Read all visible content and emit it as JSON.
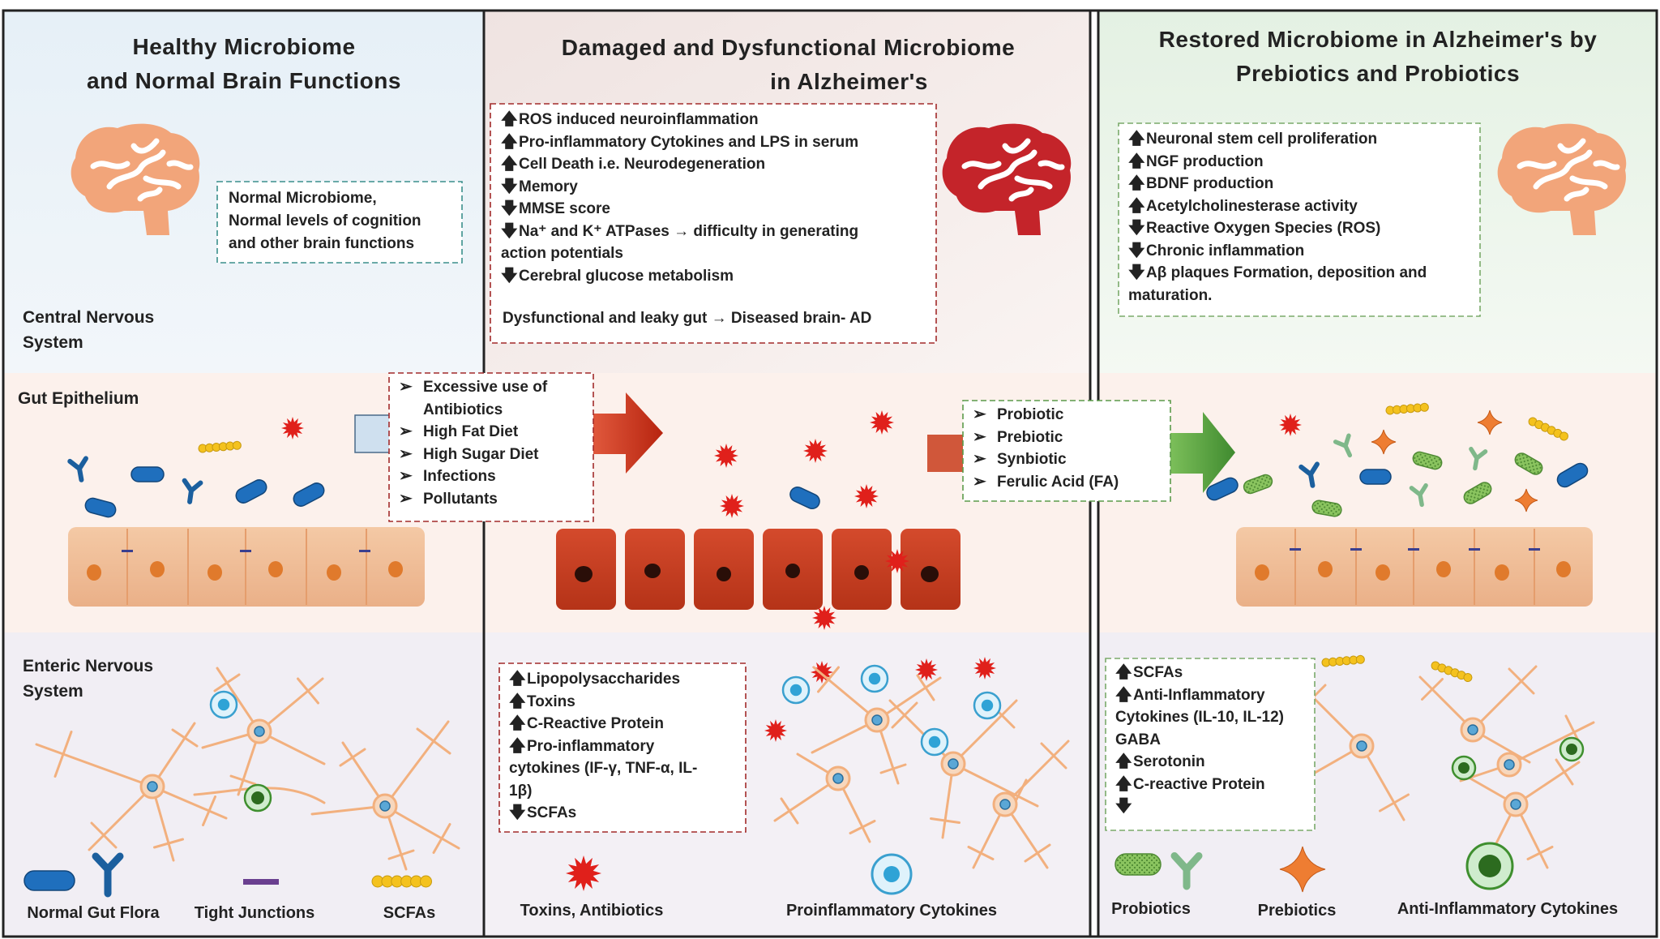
{
  "left": {
    "title_line1": "Healthy Microbiome",
    "title_line2": "and Normal Brain Functions",
    "info_line1": "Normal Microbiome,",
    "info_line2": "Normal levels of cognition",
    "info_line3": "and other brain functions",
    "cns_line1": "Central Nervous",
    "cns_line2": "System",
    "gut_label": "Gut Epithelium",
    "ens_line1": "Enteric Nervous",
    "ens_line2": "System",
    "legend": {
      "normal_gut_flora": "Normal Gut Flora",
      "tight_junctions": "Tight Junctions",
      "scfas": "SCFAs"
    }
  },
  "middle": {
    "title_line1": "Damaged and Dysfunctional Microbiome",
    "title_line2": "in Alzheimer's",
    "effects": [
      {
        "dir": "up",
        "text": "ROS induced  neuroinflammation"
      },
      {
        "dir": "up",
        "text": "Pro-inflammatory  Cytokines and LPS in serum"
      },
      {
        "dir": "up",
        "text": "Cell Death i.e. Neurodegeneration"
      },
      {
        "dir": "down",
        "text": "Memory"
      },
      {
        "dir": "down",
        "text": "MMSE score"
      },
      {
        "dir": "down",
        "text": "Na⁺ and K⁺ ATPases → difficulty  in generating"
      },
      {
        "dir": "",
        "text": "action potentials"
      },
      {
        "dir": "down",
        "text": "Cerebral glucose metabolism"
      }
    ],
    "conclusion": "Dysfunctional  and leaky gut → Diseased brain-  AD",
    "causes": [
      "Excessive use of",
      "Antibiotics",
      "High Fat Diet",
      "High Sugar Diet",
      "Infections",
      "Pollutants"
    ],
    "gut_effects": [
      {
        "dir": "up",
        "text": "Lipopolysaccharides"
      },
      {
        "dir": "up",
        "text": "Toxins"
      },
      {
        "dir": "up",
        "text": "C-Reactive Protein"
      },
      {
        "dir": "up",
        "text": "Pro-inflammatory"
      },
      {
        "dir": "",
        "text": "cytokines (IF-γ, TNF-α, IL-"
      },
      {
        "dir": "",
        "text": "1β)"
      },
      {
        "dir": "down",
        "text": "SCFAs"
      }
    ],
    "legend": {
      "toxins": "Toxins, Antibiotics",
      "cytokines": "Proinflammatory Cytokines"
    }
  },
  "right": {
    "title_line1": "Restored Microbiome in Alzheimer's by",
    "title_line2": "Prebiotics and Probiotics",
    "effects": [
      {
        "dir": "up",
        "text": "Neuronal stem cell proliferation"
      },
      {
        "dir": "up",
        "text": "NGF production"
      },
      {
        "dir": "up",
        "text": "BDNF production"
      },
      {
        "dir": "up",
        "text": "Acetylcholinesterase activity"
      },
      {
        "dir": "down",
        "text": "Reactive Oxygen Species (ROS)"
      },
      {
        "dir": "down",
        "text": "Chronic inflammation"
      },
      {
        "dir": "down",
        "text": "Aβ plaques Formation, deposition  and"
      },
      {
        "dir": "",
        "text": "maturation."
      }
    ],
    "treatments": [
      "Probiotic",
      "Prebiotic",
      "Synbiotic",
      "Ferulic Acid (FA)"
    ],
    "gut_effects": [
      {
        "dir": "up",
        "text": "SCFAs"
      },
      {
        "dir": "up",
        "text": "Anti-Inflammatory"
      },
      {
        "dir": "",
        "text": "Cytokines (IL-10, IL-12)"
      },
      {
        "dir": "",
        "text": "   GABA"
      },
      {
        "dir": "up",
        "text": "Serotonin"
      },
      {
        "dir": "up",
        "text": "C-reactive Protein"
      },
      {
        "dir": "down",
        "text": ""
      }
    ],
    "legend": {
      "probiotics": "Probiotics",
      "prebiotics": "Prebiotics",
      "anti_inflammatory": "Anti-Inflammatory Cytokines"
    }
  },
  "colors": {
    "healthy_bg": "#e9f2f8",
    "damaged_bg": "#f3e7e5",
    "restored_bg": "#e8f3e8",
    "gut_band": "#fcf1ec",
    "ens_band": "#f1eef4",
    "brain_healthy": "#f2a57a",
    "brain_damaged": "#c4242a",
    "cell_healthy": "#f0b98e",
    "cell_damaged": "#c44126",
    "flora": "#1f6fbd",
    "toxin": "#e0201b",
    "scfa": "#f4c21e",
    "probiotic": "#7dba55",
    "prebiotic": "#ee7d32",
    "arrow_red": "#c8301c",
    "arrow_green": "#4c9a3a"
  }
}
